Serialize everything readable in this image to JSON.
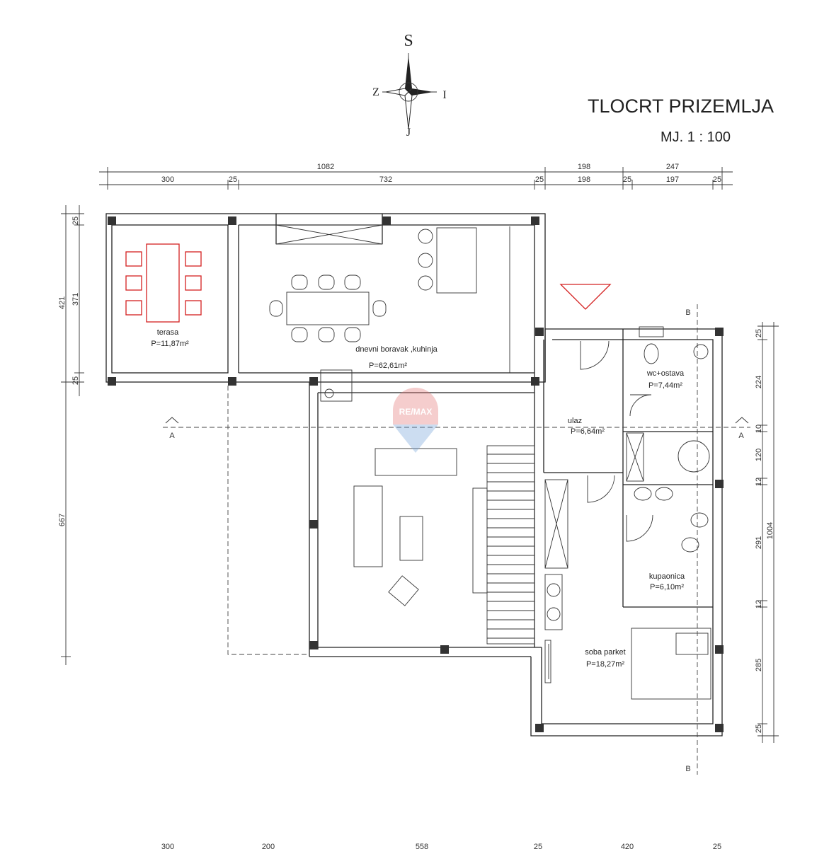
{
  "title": "TLOCRT PRIZEMLJA",
  "scale": "MJ. 1 : 100",
  "compass": {
    "north": "S",
    "south": "J",
    "west": "Z",
    "east": "I"
  },
  "watermark": "RE/MAX",
  "dimensions": {
    "top_outer": [
      "1082",
      "198",
      "247"
    ],
    "top_inner": [
      "300",
      "25",
      "732",
      "25",
      "198",
      "25",
      "197",
      "25"
    ],
    "left_outer": [
      "421",
      "667"
    ],
    "left_inner": [
      "25",
      "371",
      "25"
    ],
    "right_inner": [
      "25",
      "224",
      "10",
      "120",
      "12",
      "291",
      "12",
      "285",
      "25"
    ],
    "right_outer": [
      "1004"
    ],
    "bottom": [
      "300",
      "200",
      "558",
      "25",
      "420",
      "25"
    ]
  },
  "sections": {
    "a_left": "A",
    "a_right": "A",
    "b_top": "B",
    "b_bottom": "B"
  },
  "rooms": [
    {
      "name": "terasa",
      "area": "P=11,87m²"
    },
    {
      "name": "dnevni boravak ,kuhinja",
      "area": "P=62,61m²"
    },
    {
      "name": "ulaz",
      "area": "P=6,64m²"
    },
    {
      "name": "wc+ostava",
      "area": "P=7,44m²"
    },
    {
      "name": "kupaonica",
      "area": "P=6,10m²"
    },
    {
      "name": "soba parket",
      "area": "P=18,27m²"
    }
  ],
  "colors": {
    "accent": "#d42020"
  }
}
